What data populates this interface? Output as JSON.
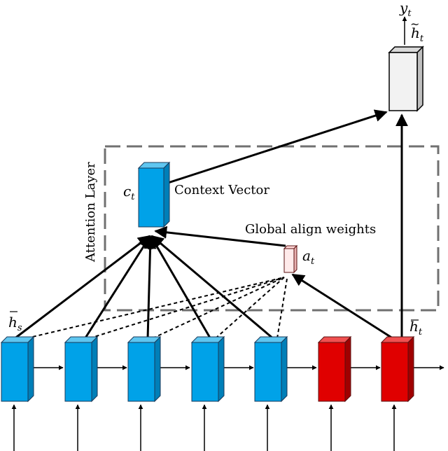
{
  "labels": {
    "output": "y",
    "output_sub": "t",
    "attn_hidden": "h",
    "attn_hidden_sub": "t",
    "context_symbol": "c",
    "context_symbol_sub": "t",
    "context_label": "Context Vector",
    "align_label": "Global align weights",
    "align_symbol": "a",
    "align_symbol_sub": "t",
    "attention_layer": "Attention Layer",
    "source_hidden": "h",
    "source_hidden_sub": "s",
    "target_hidden": "h",
    "target_hidden_sub": "t"
  },
  "colors": {
    "encoder": "#00a2e8",
    "decoder": "#e00000",
    "output_block": "#f2f2f2",
    "align_block": "#ffeaea",
    "dashed_box": "#707070"
  }
}
